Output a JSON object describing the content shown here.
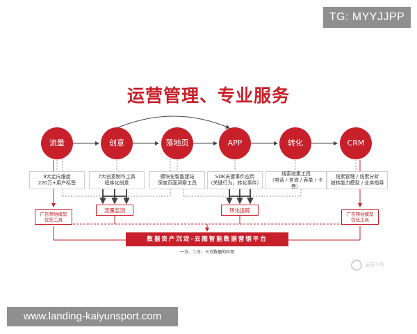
{
  "watermark_top": "TG: MYYJJPP",
  "watermark_bottom": "www.landing-kaiyunsport.com",
  "title": "运营管理、专业服务",
  "stages": [
    {
      "label": "流量",
      "desc1": "9大定向维度",
      "desc2": "220万+用户标签"
    },
    {
      "label": "创意",
      "desc1": "7大创意制作工具",
      "desc2": "程序化创意"
    },
    {
      "label": "落地页",
      "desc1": "模块化智能建站",
      "desc2": "深度页面洞察工具"
    },
    {
      "label": "APP",
      "desc1": "SDK关键事件应用",
      "desc2": "（关键行为，转化事件）"
    },
    {
      "label": "转化",
      "desc1": "线索收集工具",
      "desc2": "（电话 / 咨询 / 表单 / 卡券）"
    },
    {
      "label": "CRM",
      "desc1": "线索管理 / 线索分析",
      "desc2": "销转能力模型 / 业务指导"
    }
  ],
  "monitor_left": "流量监测",
  "monitor_right": "转化追踪",
  "model_left": {
    "line1": "广告预估模型",
    "line2": "优化工具"
  },
  "model_right": {
    "line1": "广告预估模型",
    "line2": "优化工具"
  },
  "platform": {
    "title": "数据资产沉淀-云图智能数据营销平台",
    "subtitle": "一方、二方、三方数据的应用"
  },
  "logo_text": "运营干货",
  "colors": {
    "accent": "#c8202a",
    "line": "#555555",
    "dash": "#999999"
  }
}
